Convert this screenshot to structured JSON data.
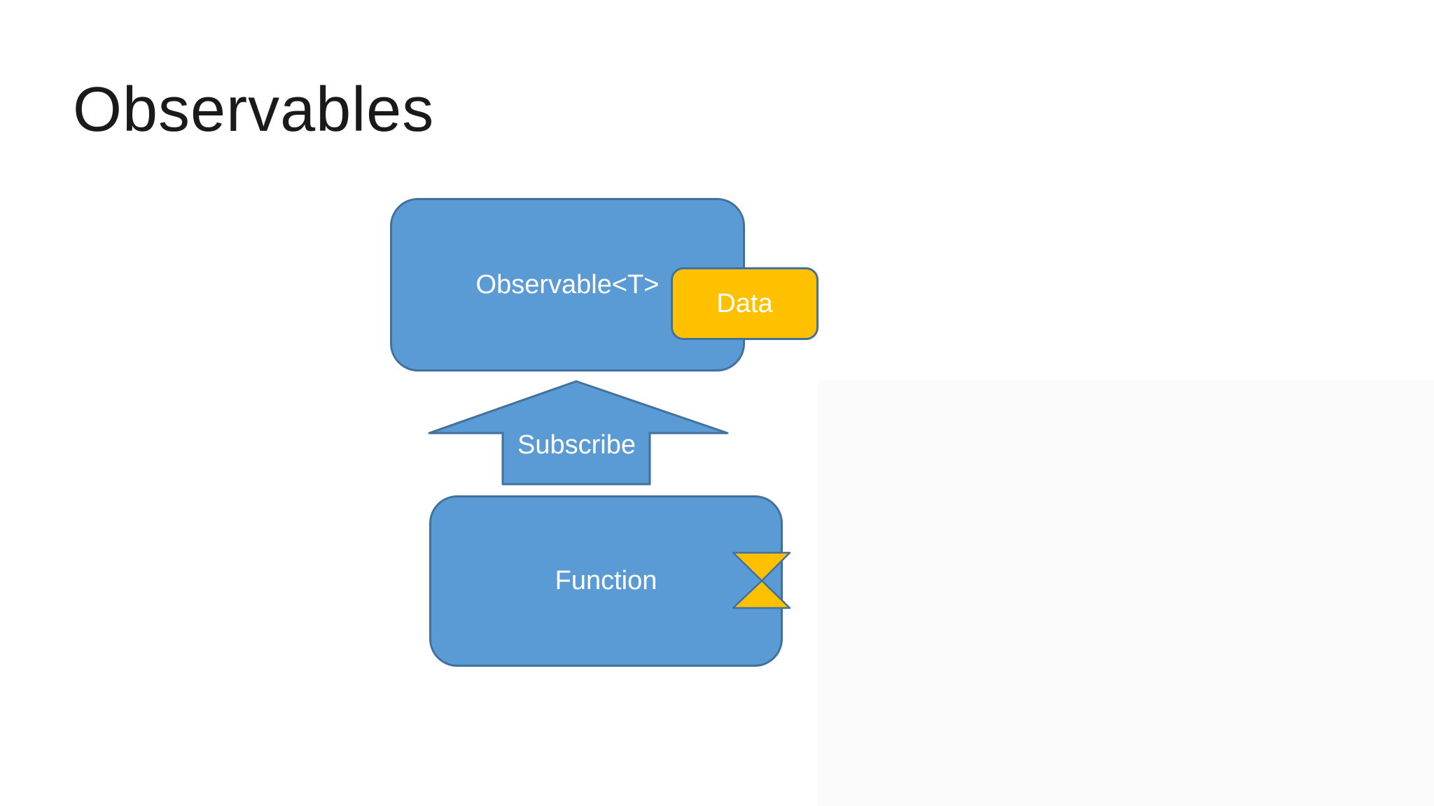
{
  "slide": {
    "title": "Observables"
  },
  "diagram": {
    "observable_box": {
      "label": "Observable<T>"
    },
    "data_box": {
      "label": "Data"
    },
    "subscribe_arrow": {
      "label": "Subscribe",
      "direction": "up"
    },
    "function_box": {
      "label": "Function"
    },
    "hourglass_icon": "hourglass-icon"
  },
  "colors": {
    "background": "#FFFFFF",
    "fill_blue": "#5B9BD5",
    "border_blue": "#41719C",
    "fill_gold": "#FFC000",
    "border_gold": "#41719C",
    "text_light": "#FFFFFF",
    "title_text": "#1A1A1A",
    "shade": "#FBFBFB"
  }
}
